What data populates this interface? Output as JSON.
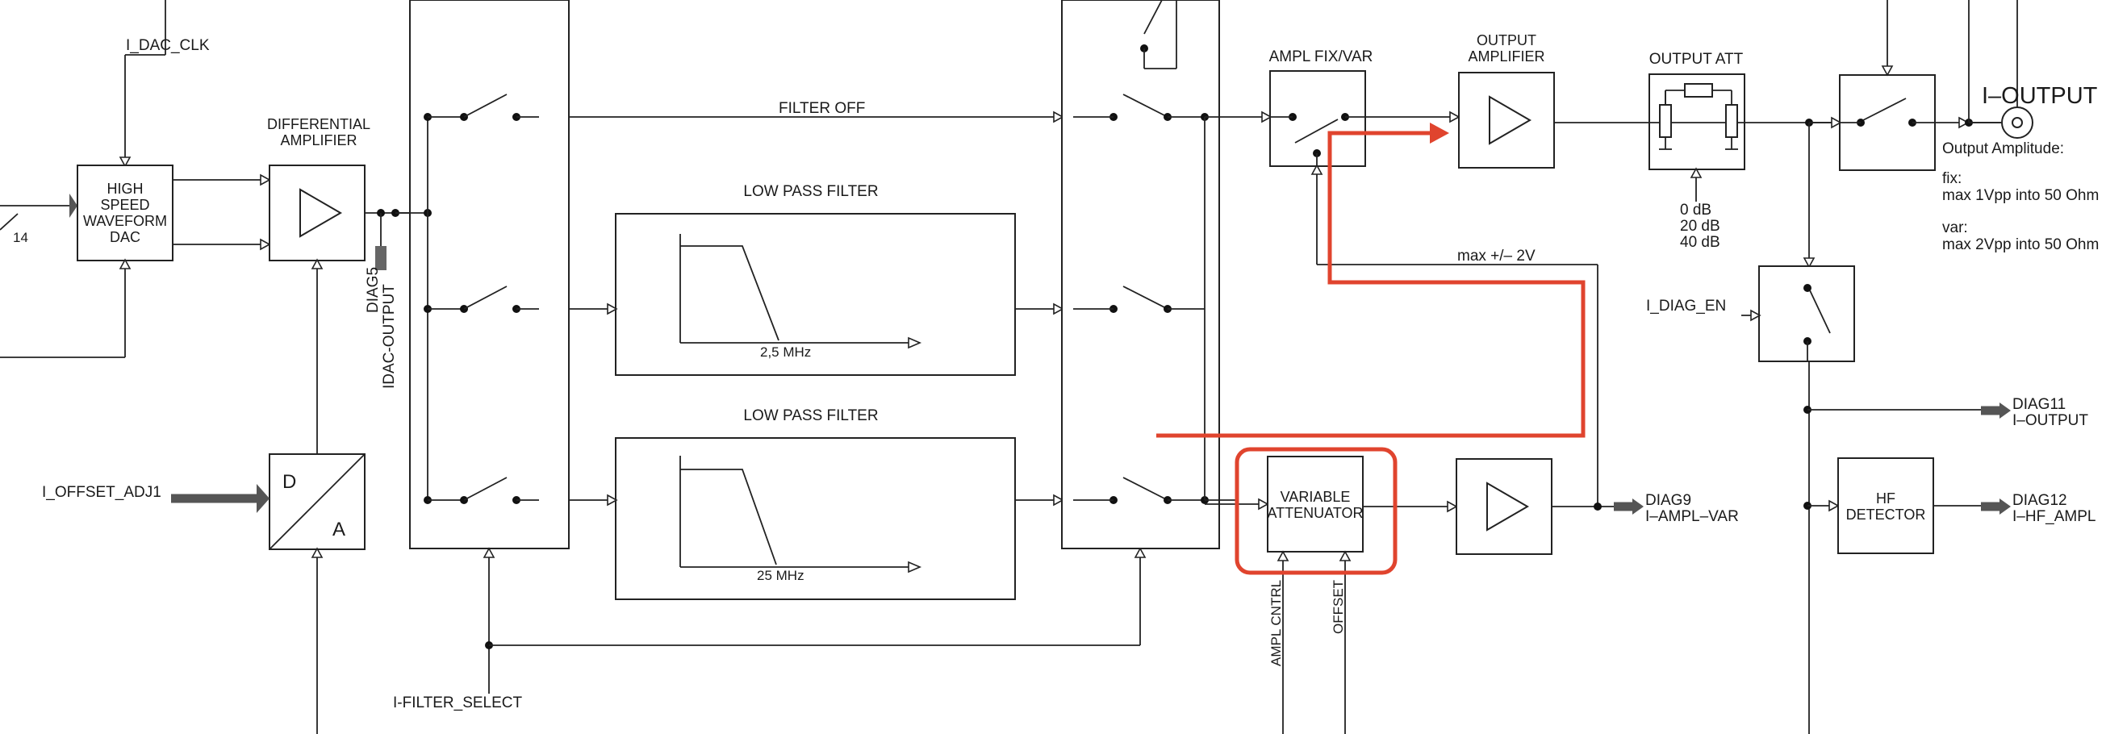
{
  "colors": {
    "line": "#222222",
    "highlight": "#e0442e",
    "background": "#ffffff"
  },
  "labels": {
    "i_dac_clk": "I_DAC_CLK",
    "bus_width": "14",
    "differential_amplifier": [
      "DIFFERENTIAL",
      "AMPLIFIER"
    ],
    "dac_block": [
      "HIGH",
      "SPEED",
      "WAVEFORM",
      "DAC"
    ],
    "diag5": "DIAG5",
    "idac_output": "IDAC-OUTPUT",
    "i_offset_adj1": "I_OFFSET_ADJ1",
    "da_d": "D",
    "da_a": "A",
    "filter_off": "FILTER OFF",
    "lpf1_title": "LOW PASS FILTER",
    "lpf1_cutoff": "2,5 MHz",
    "lpf2_title": "LOW PASS FILTER",
    "lpf2_cutoff": "25 MHz",
    "i_filter_select": "I-FILTER_SELECT",
    "ampl_fix_var": "AMPL FIX/VAR",
    "output_amplifier": [
      "OUTPUT",
      "AMPLIFIER"
    ],
    "output_att": "OUTPUT ATT",
    "att_values": [
      "0  dB",
      "20 dB",
      "40 dB"
    ],
    "max_2v": "max +/– 2V",
    "variable_attenuator": [
      "VARIABLE",
      "ATTENUATOR"
    ],
    "ampl_cntrl": "AMPL CNTRL",
    "offset": "OFFSET",
    "diag9": "DIAG9",
    "i_ampl_var": "I–AMPL–VAR",
    "i_output_title": "I–OUTPUT",
    "output_amplitude": "Output Amplitude:",
    "fix_label": "fix:",
    "fix_value": "max 1Vpp into 50 Ohm",
    "var_label": "var:",
    "var_value": "max 2Vpp into 50 Ohm",
    "i_diag_en": "I_DIAG_EN",
    "diag11": "DIAG11",
    "diag11_sig": "I–OUTPUT",
    "hf_detector": [
      "HF",
      "DETECTOR"
    ],
    "diag12": "DIAG12",
    "diag12_sig": "I–HF_AMPL"
  }
}
